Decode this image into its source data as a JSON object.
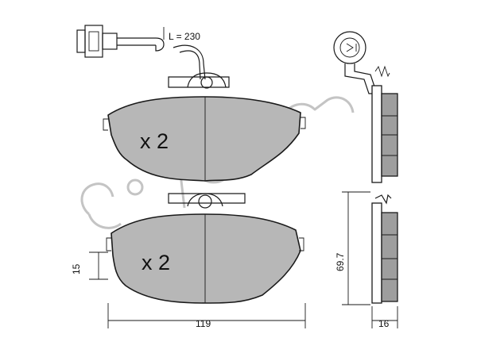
{
  "labels": {
    "top_pad_quantity": "x 2",
    "bottom_pad_quantity": "x 2",
    "wire_length": "L = 230",
    "width": "119",
    "height": "69.7",
    "thickness": "16",
    "tab_offset": "15"
  },
  "watermark": {
    "brand": "cifam",
    "color": "#c4c4c4"
  }
}
